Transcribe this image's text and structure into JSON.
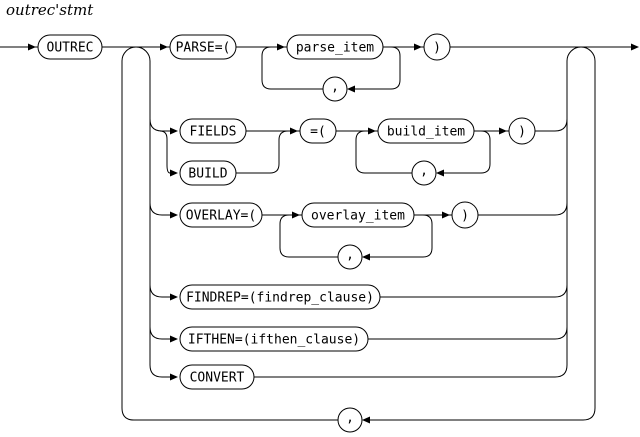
{
  "title": "outrec'stmt",
  "diagram": {
    "start_token": "OUTREC",
    "branches": {
      "parse": {
        "open": "PARSE=(",
        "item": "parse_item",
        "close": ")"
      },
      "fields_build": {
        "fields": "FIELDS",
        "build": "BUILD",
        "open": "=(",
        "item": "build_item",
        "close": ")"
      },
      "overlay": {
        "open": "OVERLAY=(",
        "item": "overlay_item",
        "close": ")"
      },
      "findrep": {
        "label": "FINDREP=(findrep_clause)"
      },
      "ifthen": {
        "label": "IFTHEN=(ifthen_clause)"
      },
      "convert": {
        "label": "CONVERT"
      }
    },
    "separator": ",",
    "colors": {
      "line": "#000000",
      "background": "#ffffff"
    }
  }
}
